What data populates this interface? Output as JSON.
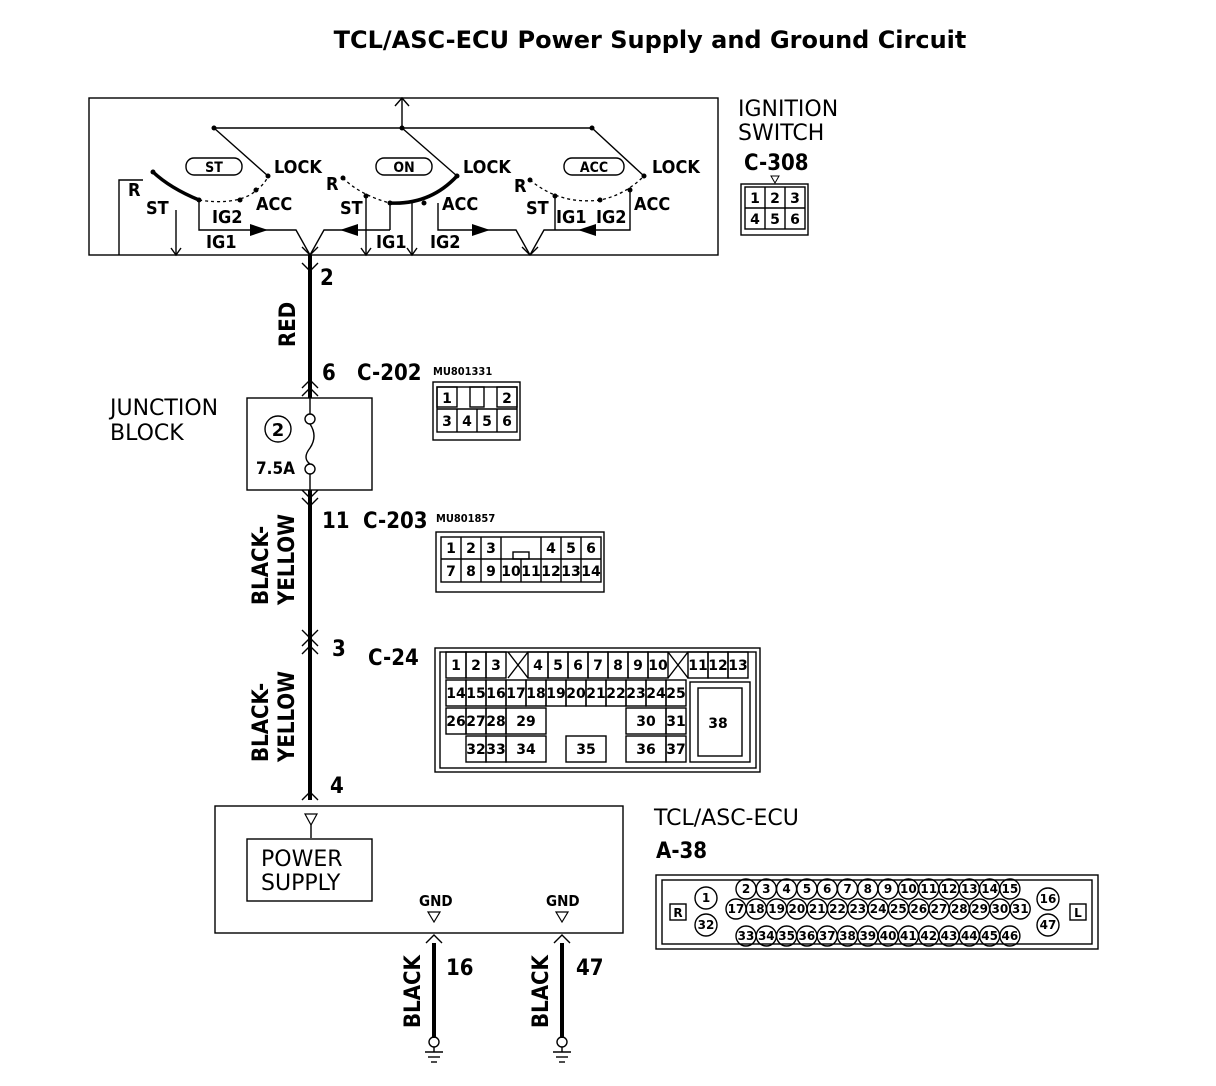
{
  "title": "TCL/ASC-ECU Power Supply and Ground Circuit",
  "ignition_switch": {
    "label_line1": "IGNITION",
    "label_line2": "SWITCH",
    "connector": "C-308",
    "connector_pins": [
      "1",
      "2",
      "3",
      "4",
      "5",
      "6"
    ],
    "positions": [
      "ST",
      "ON",
      "ACC"
    ],
    "terminals": {
      "lock": "LOCK",
      "acc": "ACC",
      "st": "ST",
      "r": "R",
      "ig1": "IG1",
      "ig2": "IG2"
    }
  },
  "wires": {
    "w1": {
      "color": "RED",
      "from_pin": "2",
      "to_pin": "6"
    },
    "w2": {
      "color_line1": "BLACK-",
      "color_line2": "YELLOW",
      "from_pin": "11",
      "to_pin": "3"
    },
    "w3": {
      "color_line1": "BLACK-",
      "color_line2": "YELLOW",
      "to_pin": "4"
    },
    "gnd1": {
      "color": "BLACK",
      "pin": "16",
      "label": "GND"
    },
    "gnd2": {
      "color": "BLACK",
      "pin": "47",
      "label": "GND"
    }
  },
  "junction_block": {
    "label_line1": "JUNCTION",
    "label_line2": "BLOCK",
    "fuse_number": "2",
    "fuse_rating": "7.5A",
    "connector_in": "C-202",
    "part_in": "MU801331",
    "pins_in": [
      "1",
      "2",
      "3",
      "4",
      "5",
      "6"
    ],
    "connector_out": "C-203",
    "part_out": "MU801857",
    "pins_out": [
      "1",
      "2",
      "3",
      "4",
      "5",
      "6",
      "7",
      "8",
      "9",
      "10",
      "11",
      "12",
      "13",
      "14"
    ]
  },
  "c24": {
    "connector": "C-24",
    "row1": [
      "1",
      "2",
      "3",
      "4",
      "5",
      "6",
      "7",
      "8",
      "9",
      "10",
      "11",
      "12",
      "13"
    ],
    "row2": [
      "14",
      "15",
      "16",
      "17",
      "18",
      "19",
      "20",
      "21",
      "22",
      "23",
      "24",
      "25"
    ],
    "row3": [
      "26",
      "27",
      "28",
      "29",
      "30",
      "31",
      "38"
    ],
    "row4": [
      "32",
      "33",
      "34",
      "35",
      "36",
      "37"
    ]
  },
  "ecu": {
    "label": "TCL/ASC-ECU",
    "connector": "A-38",
    "power_supply_line1": "POWER",
    "power_supply_line2": "SUPPLY",
    "marker_r": "R",
    "marker_l": "L",
    "row1": [
      "2",
      "3",
      "4",
      "5",
      "6",
      "7",
      "8",
      "9",
      "10",
      "11",
      "12",
      "13",
      "14",
      "15"
    ],
    "row2": [
      "17",
      "18",
      "19",
      "20",
      "21",
      "22",
      "23",
      "24",
      "25",
      "26",
      "27",
      "28",
      "29",
      "30",
      "31"
    ],
    "row3": [
      "33",
      "34",
      "35",
      "36",
      "37",
      "38",
      "39",
      "40",
      "41",
      "42",
      "43",
      "44",
      "45",
      "46"
    ],
    "left_pins": [
      "1",
      "32"
    ],
    "right_pins": [
      "16",
      "47"
    ]
  }
}
